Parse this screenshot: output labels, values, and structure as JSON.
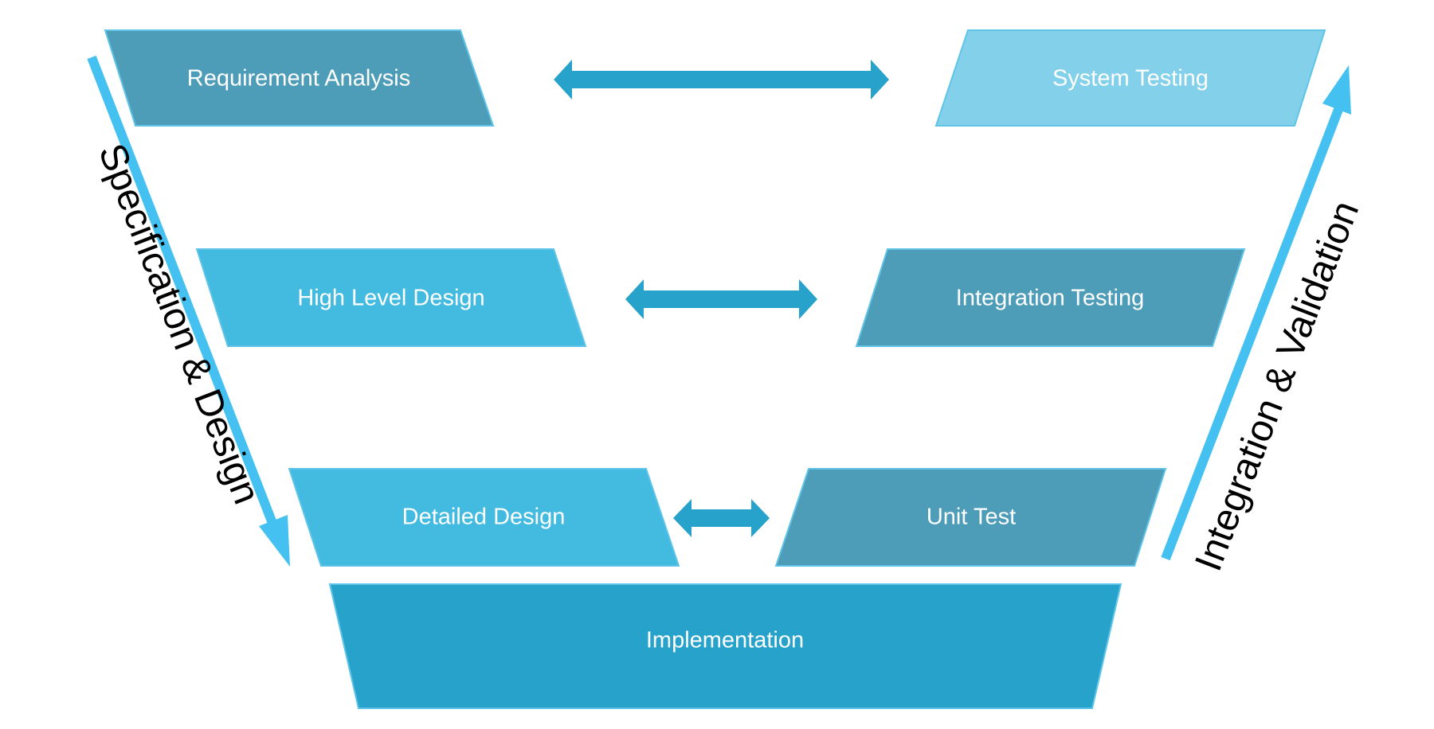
{
  "diagram": {
    "boxes": {
      "requirement_analysis": {
        "label": "Requirement Analysis",
        "color": "#4e9db8"
      },
      "system_testing": {
        "label": "System Testing",
        "color": "#82d0ea"
      },
      "high_level_design": {
        "label": "High Level Design",
        "color": "#43badf"
      },
      "integration_testing": {
        "label": "Integration Testing",
        "color": "#4e9db8"
      },
      "detailed_design": {
        "label": "Detailed Design",
        "color": "#43badf"
      },
      "unit_test": {
        "label": "Unit Test",
        "color": "#4e9db8"
      },
      "implementation": {
        "label": "Implementation",
        "color": "#27a2cb"
      }
    },
    "side_labels": {
      "left": "Specification & Design",
      "right": "Integration & Validation"
    },
    "colors": {
      "double_arrow": "#27a2cb",
      "side_arrow": "#45c1f1",
      "box_outline": "#5fc4e8"
    }
  }
}
